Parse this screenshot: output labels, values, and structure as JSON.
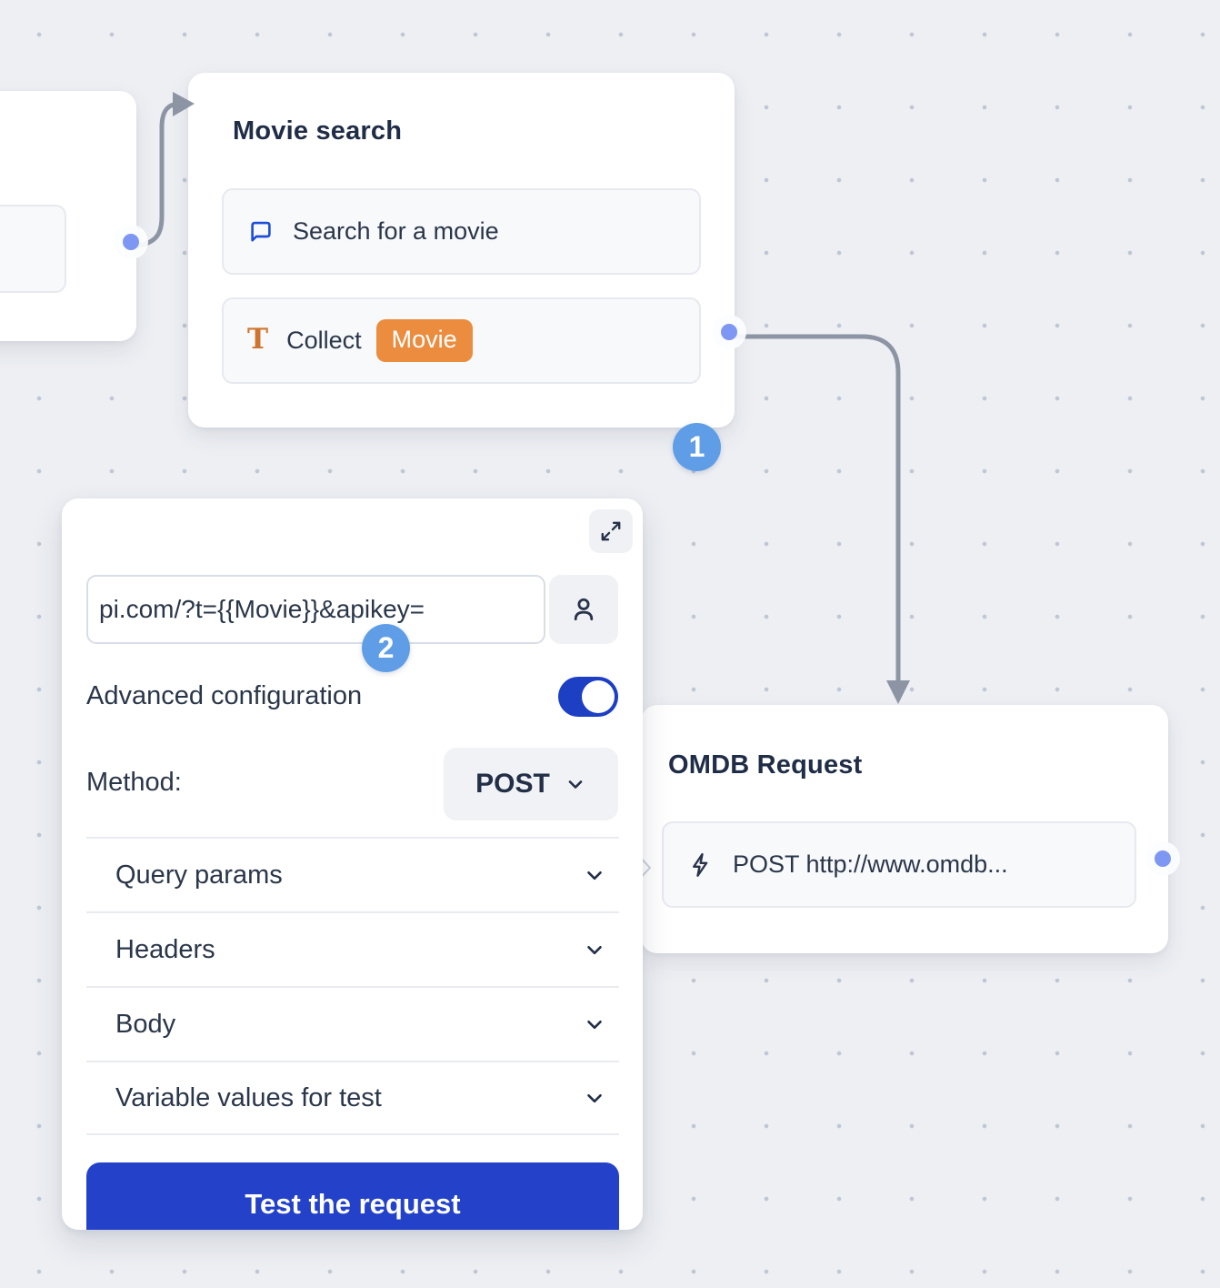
{
  "canvas": {
    "bg": "#EDEFF3",
    "dot_color": "#BFC7D4"
  },
  "colors": {
    "accent_blue": "#2342C9",
    "toggle_blue": "#1C3FC4",
    "port_blue": "#7E97F3",
    "badge_blue": "#5F9EE7",
    "chip_orange": "#EB8C3F",
    "icon_orange": "#CE7430",
    "bubble_icon_blue": "#1D4ED8",
    "connector_gray": "#8D95A5",
    "text_dark": "#223049"
  },
  "step_badges": {
    "step1": "1",
    "step2": "2"
  },
  "nodes": {
    "movie_search": {
      "title": "Movie search",
      "items": [
        {
          "icon": "chat-bubble-icon",
          "label": "Search for a movie"
        },
        {
          "icon": "text-input-icon",
          "label": "Collect",
          "variable_chip": "Movie"
        }
      ]
    },
    "omdb_request": {
      "title": "OMDB Request",
      "item": {
        "icon": "lightning-icon",
        "label": "POST http://www.omdb..."
      }
    }
  },
  "config_panel": {
    "url_input": {
      "value": "pi.com/?t={{Movie}}&apikey="
    },
    "advanced_configuration_label": "Advanced configuration",
    "toggle_on": true,
    "method_label": "Method:",
    "method_value": "POST",
    "sections": [
      "Query params",
      "Headers",
      "Body",
      "Variable values for test"
    ],
    "test_button_label": "Test the request"
  }
}
